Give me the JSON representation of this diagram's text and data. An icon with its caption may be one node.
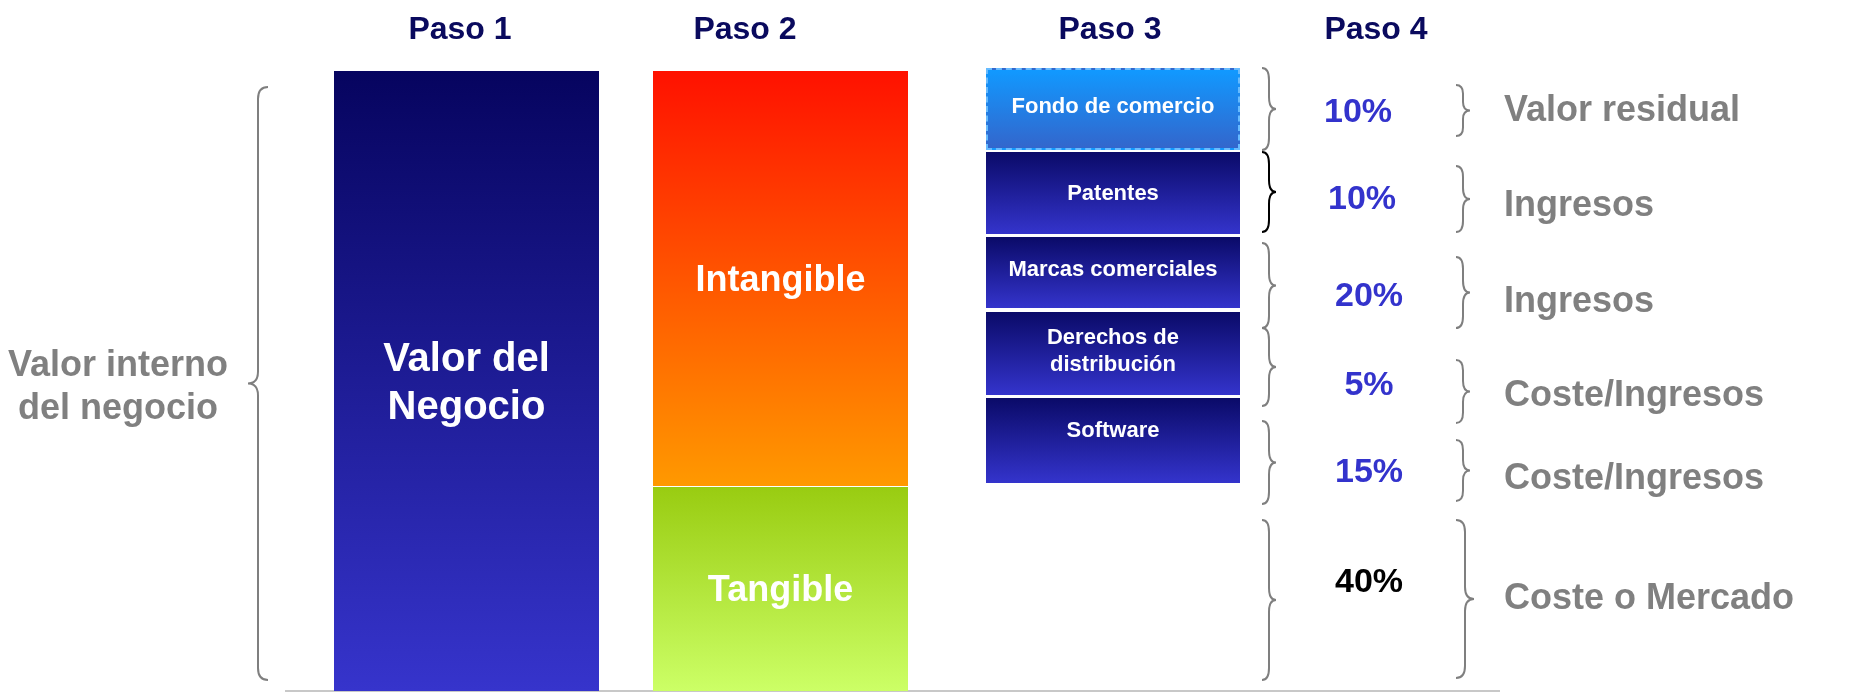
{
  "diagram": {
    "nodes": [
      {
        "text": [
          "Valor del Negocio"
        ]
      },
      {
        "text": [
          "Intangible"
        ]
      },
      {
        "text": [
          "Tangible"
        ]
      },
      {
        "text": [
          "Fondo de comercio"
        ]
      },
      {
        "text": [
          "Patentes"
        ]
      },
      {
        "text": [
          "Marcas comerciales"
        ]
      },
      {
        "text": [
          "Derechos de distribución"
        ]
      },
      {
        "text": [
          "Software"
        ]
      }
    ],
    "labels": [
      "Paso 1",
      "Paso 2",
      "Paso 3",
      "Paso 4",
      "10%",
      "Valor residual",
      "10%",
      "Ingresos",
      "20%",
      "Ingresos",
      "Valor interno del negocio",
      "5%",
      "Coste/Ingresos",
      "15%",
      "Coste/Ingresos",
      "40%",
      "Coste o Mercado"
    ]
  }
}
